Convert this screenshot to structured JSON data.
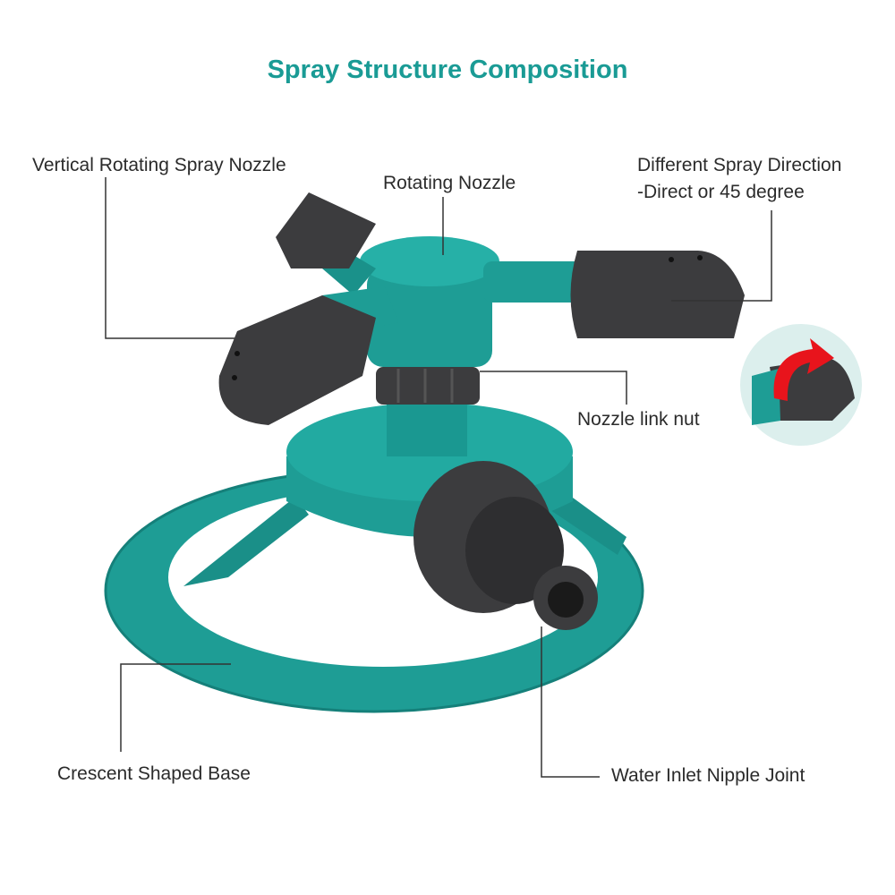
{
  "title": "Spray Structure Composition",
  "colors": {
    "title": "#1a9b95",
    "body": "#1e9d95",
    "body_dark": "#15807a",
    "nozzle": "#3c3c3e",
    "leader": "#333333",
    "arrow": "#e8141c"
  },
  "labels": {
    "vertical_nozzle": "Vertical Rotating Spray Nozzle",
    "rotating_nozzle": "Rotating Nozzle",
    "spray_direction_line1": "Different Spray Direction",
    "spray_direction_line2": "-Direct or 45 degree",
    "link_nut": "Nozzle link nut",
    "base": "Crescent Shaped Base",
    "inlet": "Water Inlet Nipple Joint"
  }
}
